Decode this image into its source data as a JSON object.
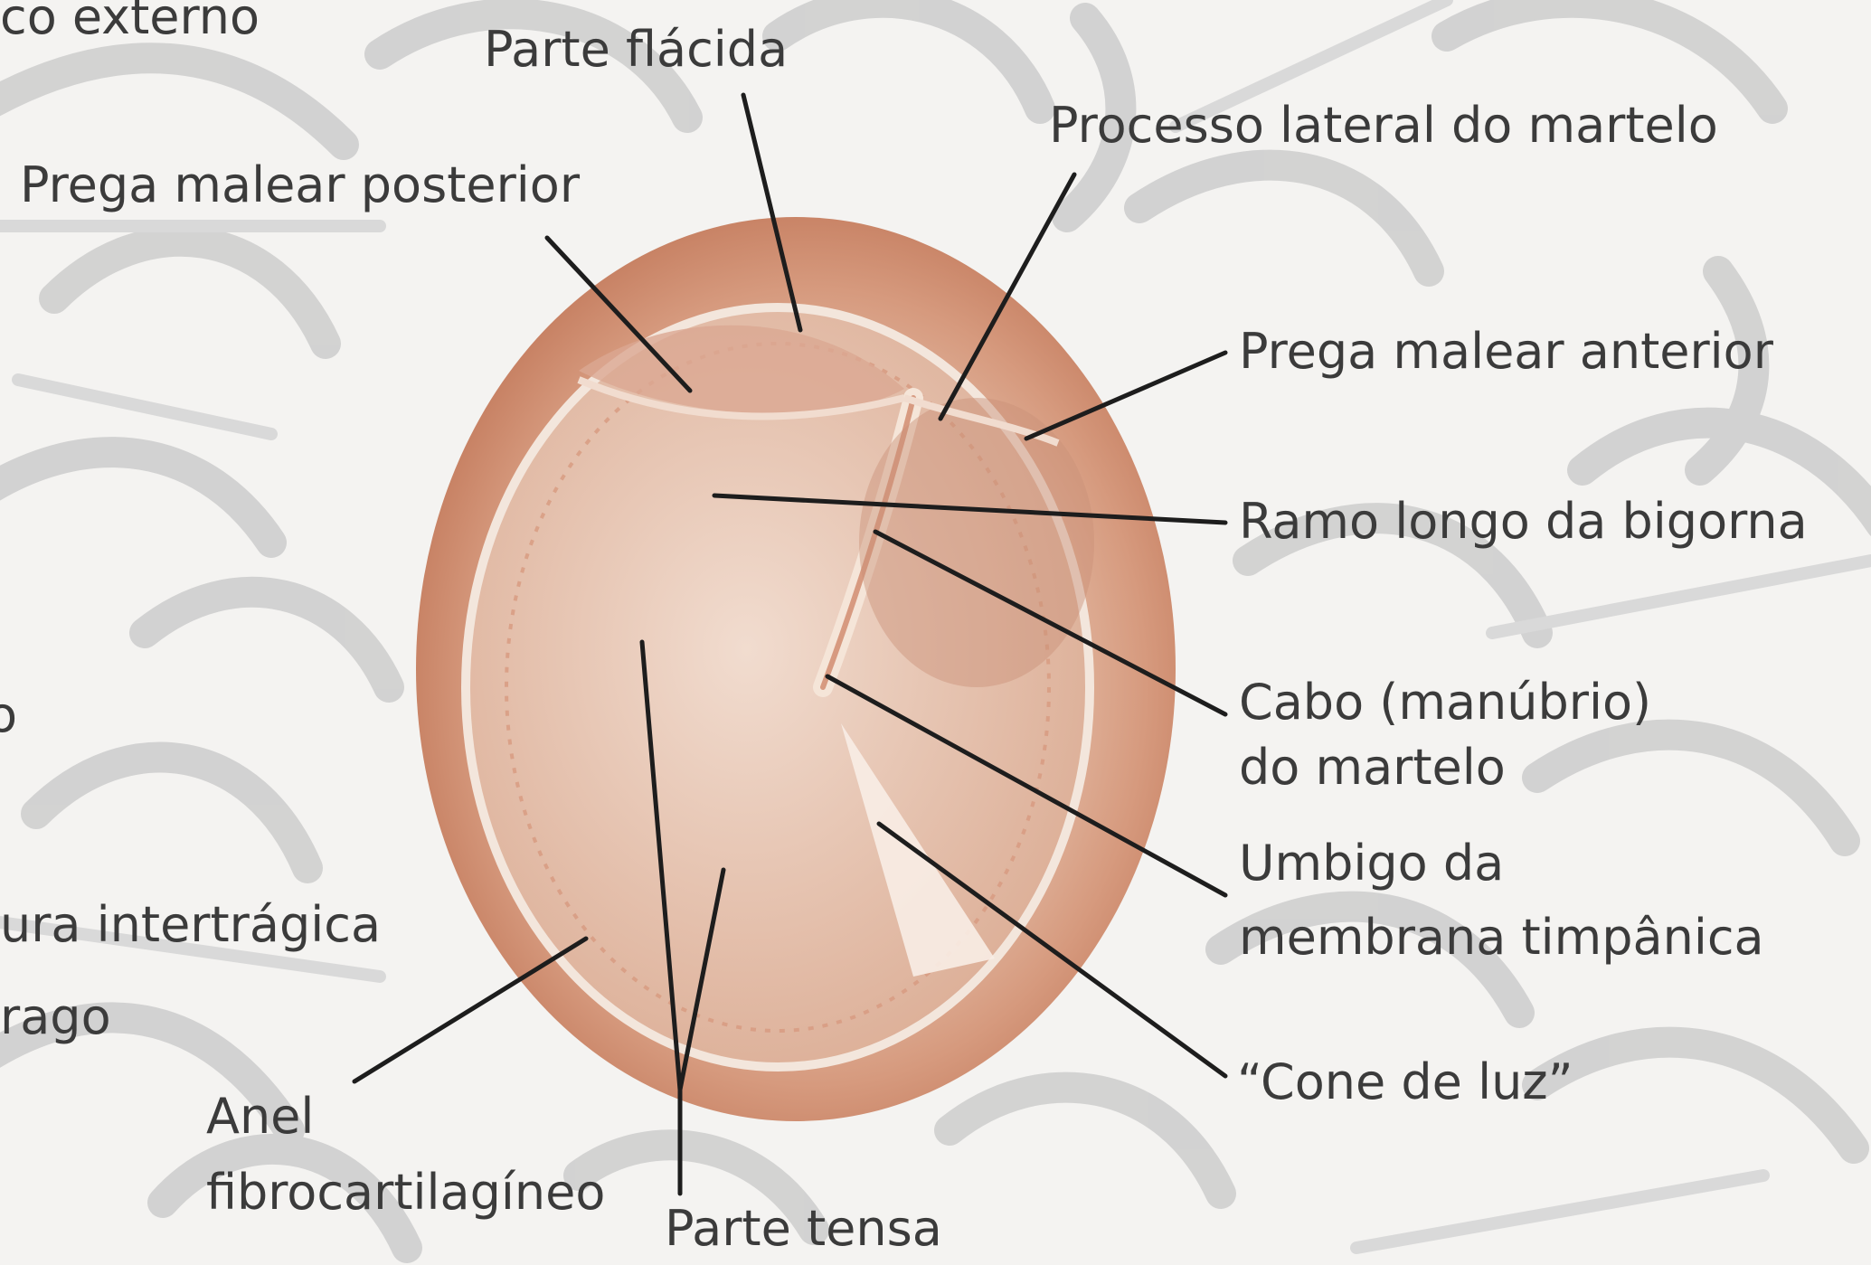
{
  "figure": {
    "labels": {
      "parte_flacida": "Parte flácida",
      "processo_lateral": "Processo lateral do martelo",
      "prega_posterior": "Prega malear posterior",
      "prega_anterior": "Prega malear anterior",
      "ramo_longo": "Ramo longo da bigorna",
      "cabo_martelo_1": "Cabo (manúbrio)",
      "cabo_martelo_2": "do martelo",
      "umbigo_1": "Umbigo da",
      "umbigo_2": "membrana timpânica",
      "cone_luz": "“Cone de luz”",
      "anel_1": "Anel",
      "anel_2": "fibrocartilagíneo",
      "parte_tensa": "Parte tensa",
      "cut_externo": "co externo",
      "cut_intertragica": "ura intertrágica",
      "cut_trago": "rago",
      "cut_o": "o"
    },
    "colors": {
      "membrane_rim": "#c9866a",
      "membrane_center": "#e9cbb8",
      "leader_line": "#1d1d1d",
      "background_pattern": "#c6c6c6"
    }
  }
}
